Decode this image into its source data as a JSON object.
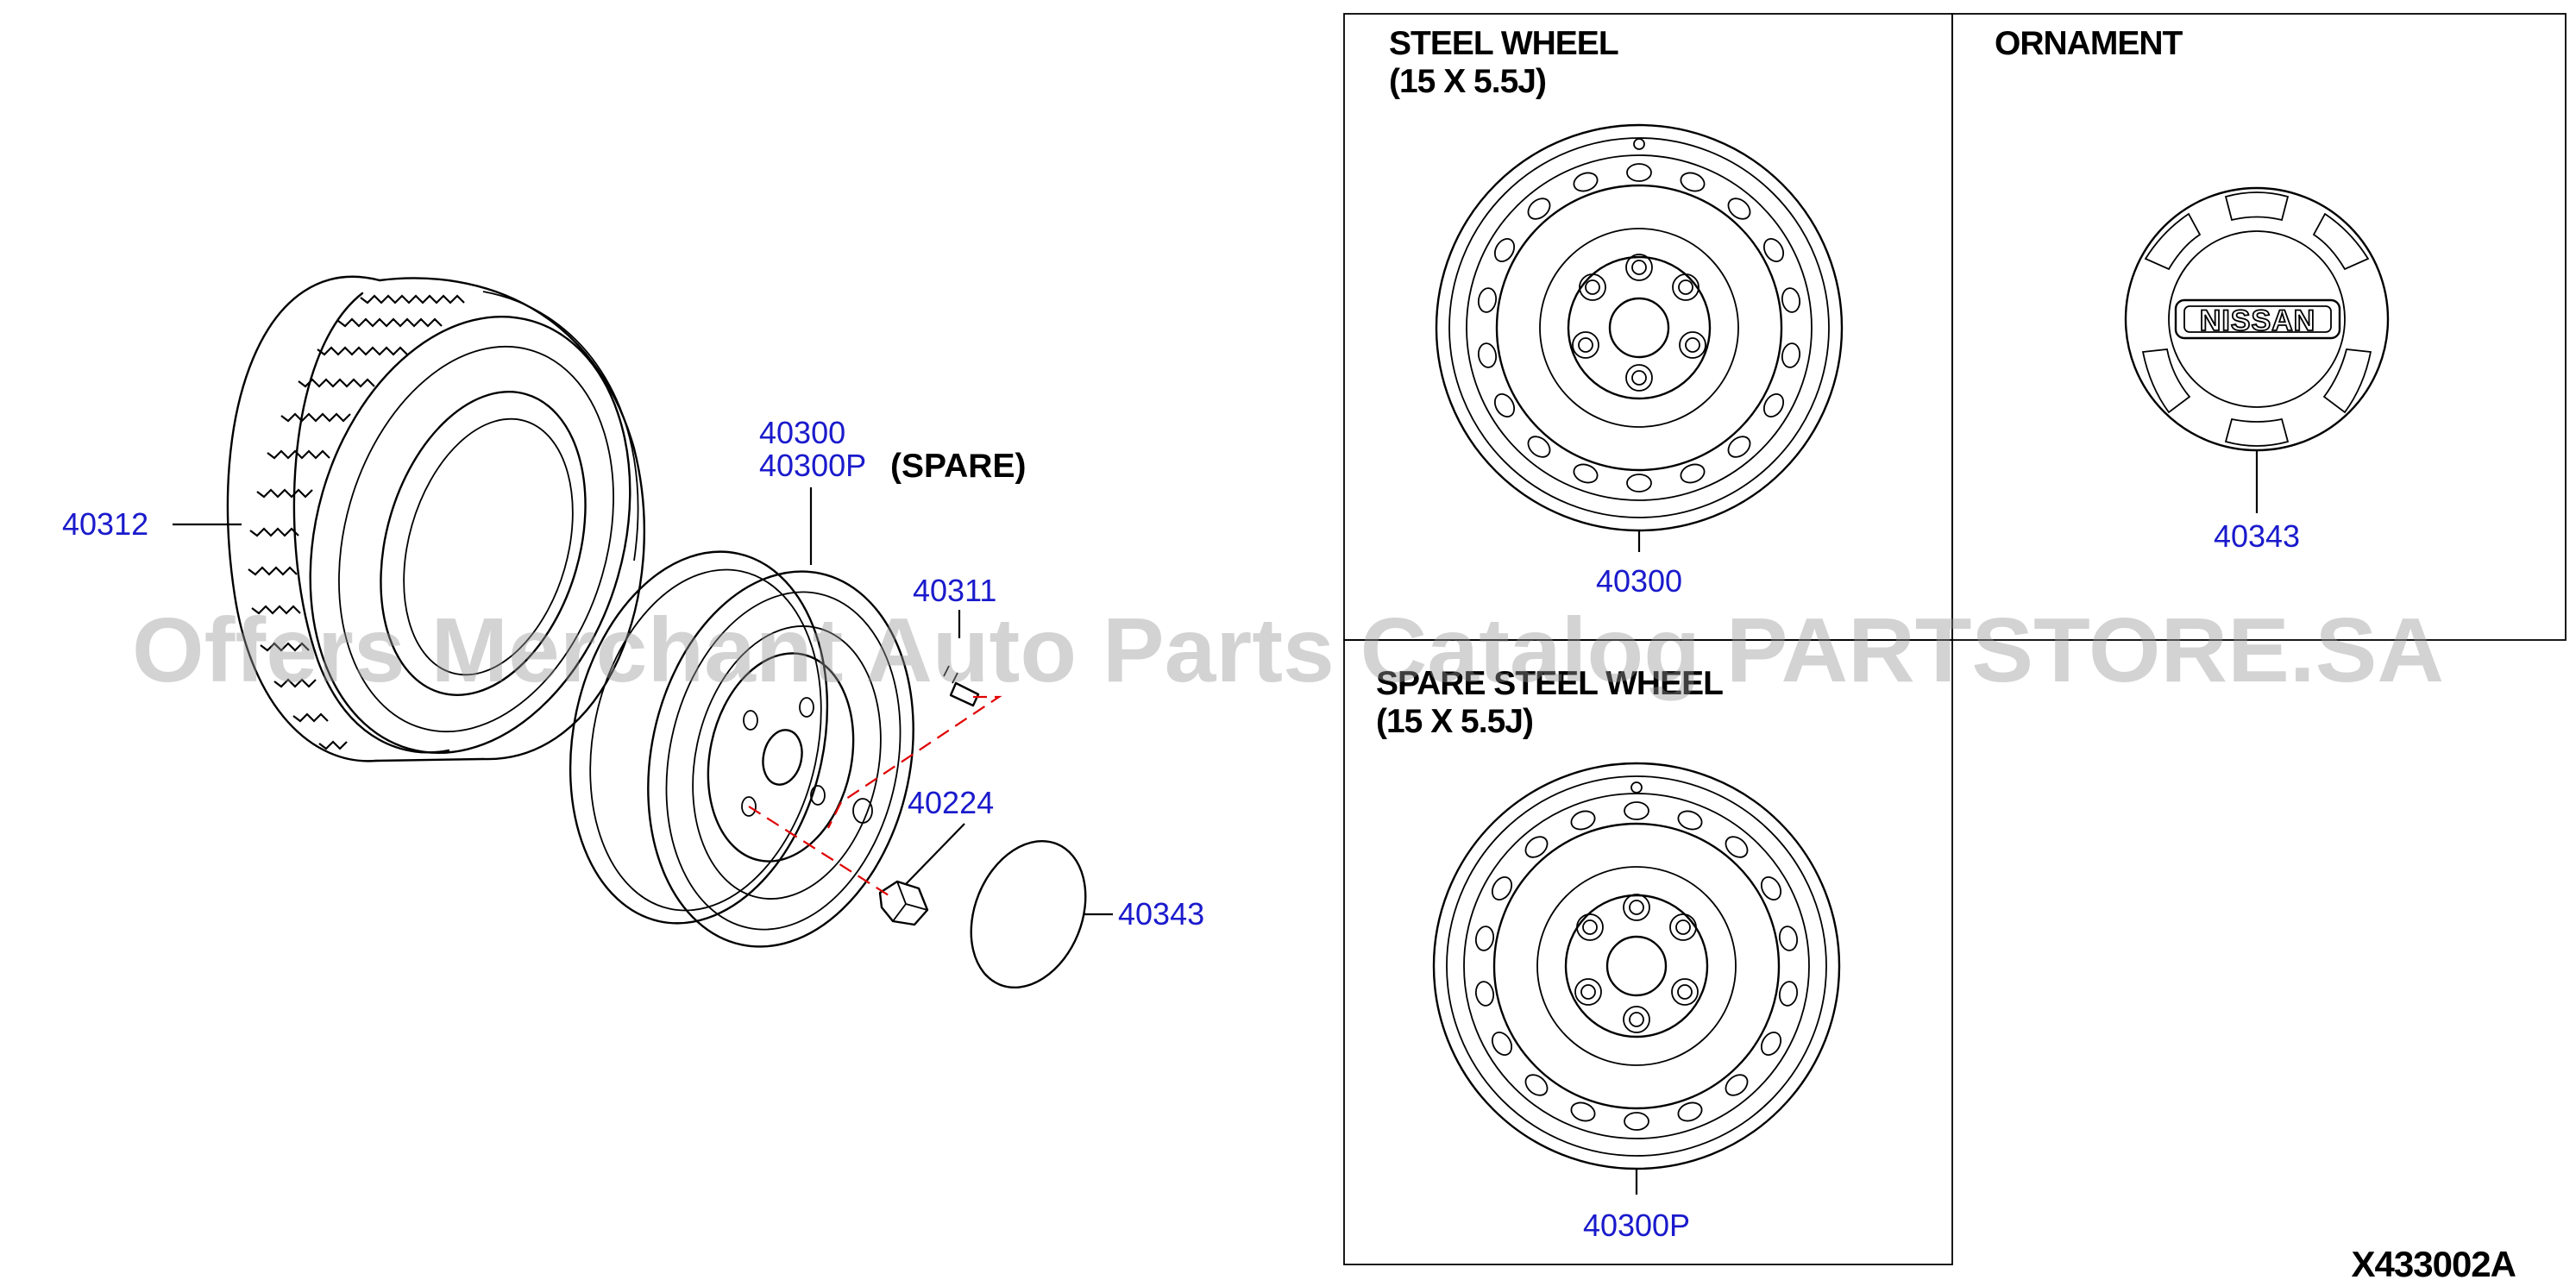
{
  "panels": {
    "steel_wheel": {
      "title_line1": "STEEL WHEEL",
      "title_line2": "(15 X 5.5J)",
      "part": "40300"
    },
    "ornament": {
      "title": "ORNAMENT",
      "part": "40343",
      "brand": "NISSAN"
    },
    "spare_steel_wheel": {
      "title_line1": "SPARE STEEL WHEEL",
      "title_line2": "(15 X 5.5J)",
      "part": "40300P"
    }
  },
  "callouts": {
    "tire": "40312",
    "wheel": "40300",
    "wheel_spare": "40300P",
    "spare_label": "(SPARE)",
    "valve": "40311",
    "nut": "40224",
    "cap": "40343"
  },
  "diagram_code": "X433002A",
  "watermark": "Offers Merchant Auto Parts Catalog PARTSTORE.SA"
}
